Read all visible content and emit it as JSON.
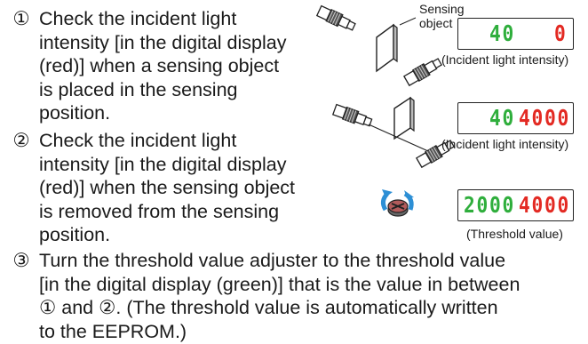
{
  "steps": [
    {
      "marker": "①",
      "text": "Check the incident light\nintensity [in the digital display\n(red)] when a sensing object\nis placed in the sensing\nposition."
    },
    {
      "marker": "②",
      "text": "Check the incident light\nintensity [in the digital display\n(red)] when the sensing object\nis removed from the sensing\nposition."
    },
    {
      "marker": "③",
      "text": "Turn the threshold value adjuster to the threshold value\n[in the digital display (green)] that is the value in between\n① and ②. (The threshold value is automatically written\nto the EEPROM.)"
    }
  ],
  "diagrams": {
    "sensing_object_label": "Sensing\nobject",
    "panel1": {
      "green": "40",
      "red": "0",
      "caption": "(Incident light intensity)"
    },
    "panel2": {
      "green": "40",
      "red": "4000",
      "caption": "(Incident light intensity)"
    },
    "panel3": {
      "green": "2000",
      "red": "4000",
      "caption": "(Threshold value)"
    }
  },
  "colors": {
    "display_green": "#2fae3c",
    "display_red": "#e32a23",
    "adjuster_blue": "#2d8fd5"
  },
  "icons": [
    "fiber-sensor-head-icon",
    "sensing-object-icon",
    "threshold-adjuster-icon"
  ]
}
